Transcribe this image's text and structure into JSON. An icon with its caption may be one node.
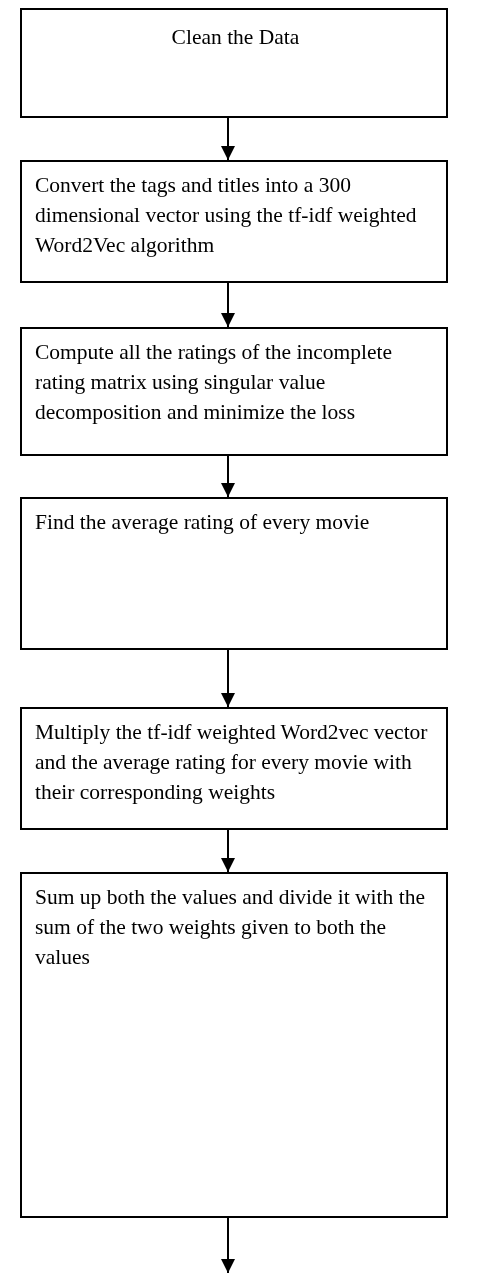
{
  "diagram": {
    "nodes": [
      {
        "text": [
          "Clean the Data"
        ]
      },
      {
        "text": [
          "Convert the tags and titles into a 300 dimensional vector using the tf-idf weighted Word2Vec algorithm"
        ]
      },
      {
        "text": [
          "Compute all the ratings of the incomplete rating matrix using singular value decomposition and minimize the loss"
        ]
      },
      {
        "text": [
          "Find the average rating of every movie"
        ]
      },
      {
        "text": [
          "Multiply the tf-idf weighted Word2vec vector and the average rating for every movie with their corresponding weights"
        ]
      },
      {
        "text": [
          "Sum up both the values and divide it with the sum of the two weights given to both the values"
        ]
      }
    ],
    "edges": [
      {
        "from": 0,
        "to": 1,
        "arrow": "to"
      },
      {
        "from": 1,
        "to": 2,
        "arrow": "to"
      },
      {
        "from": 2,
        "to": 3,
        "arrow": "to"
      },
      {
        "from": 3,
        "to": 4,
        "arrow": "to"
      },
      {
        "from": 4,
        "to": 5,
        "arrow": "to"
      },
      {
        "from": 5,
        "to": null,
        "arrow": "to"
      }
    ]
  }
}
